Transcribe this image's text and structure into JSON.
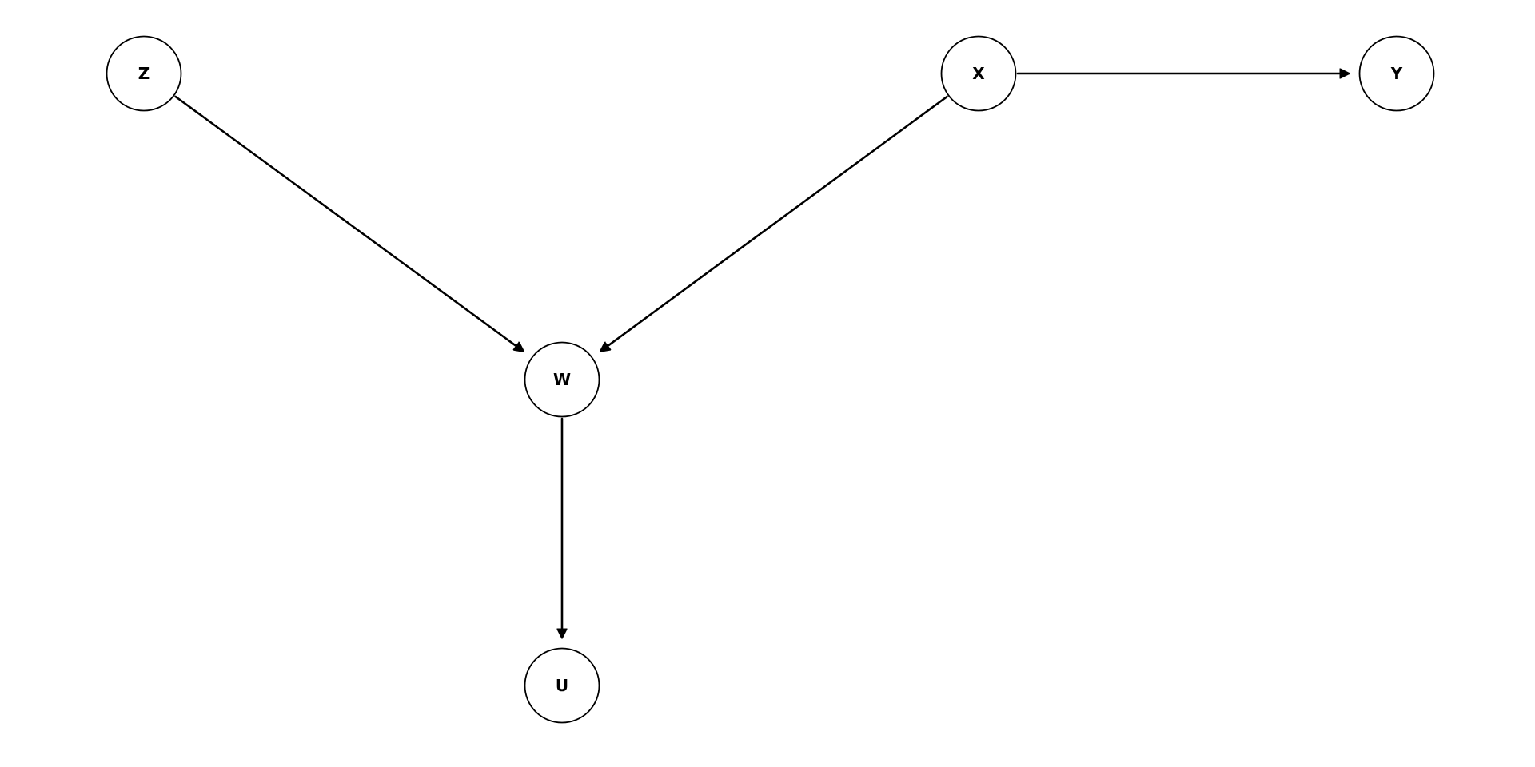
{
  "diagram": {
    "type": "directed-graph",
    "nodes": [
      {
        "id": "Z",
        "label": "Z"
      },
      {
        "id": "X",
        "label": "X"
      },
      {
        "id": "Y",
        "label": "Y"
      },
      {
        "id": "W",
        "label": "W"
      },
      {
        "id": "U",
        "label": "U"
      }
    ],
    "edges": [
      {
        "from": "Z",
        "to": "W"
      },
      {
        "from": "X",
        "to": "W"
      },
      {
        "from": "X",
        "to": "Y"
      },
      {
        "from": "W",
        "to": "U"
      }
    ],
    "colors": {
      "stroke": "#000000",
      "fill": "#ffffff"
    }
  }
}
